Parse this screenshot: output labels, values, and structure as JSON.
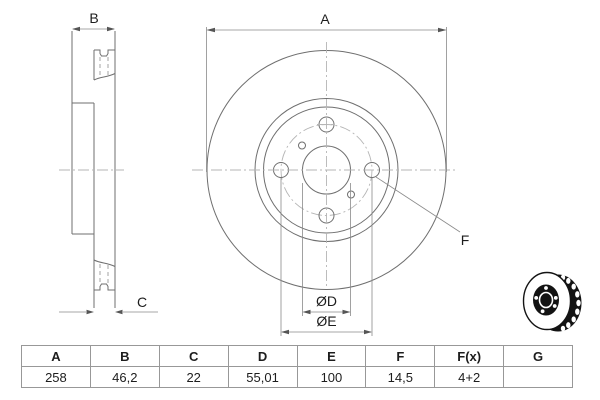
{
  "drawing": {
    "title": "brake-disc-technical-drawing",
    "labels": {
      "dim_a": "A",
      "dim_b": "B",
      "dim_c": "C",
      "dim_d": "ØD",
      "dim_e": "ØE",
      "dim_f": "F"
    },
    "colors": {
      "line": "#6f6f6f",
      "centerline": "#b5b5b5",
      "text": "#1d1d1d",
      "table_border": "#989898",
      "icon": "#131313"
    }
  },
  "table": {
    "headers": [
      "A",
      "B",
      "C",
      "D",
      "E",
      "F",
      "F(x)",
      "G"
    ],
    "values": [
      "258",
      "46,2",
      "22",
      "55,01",
      "100",
      "14,5",
      "4+2",
      ""
    ]
  },
  "icon": {
    "name": "vented-brake-disc-3d-icon"
  }
}
